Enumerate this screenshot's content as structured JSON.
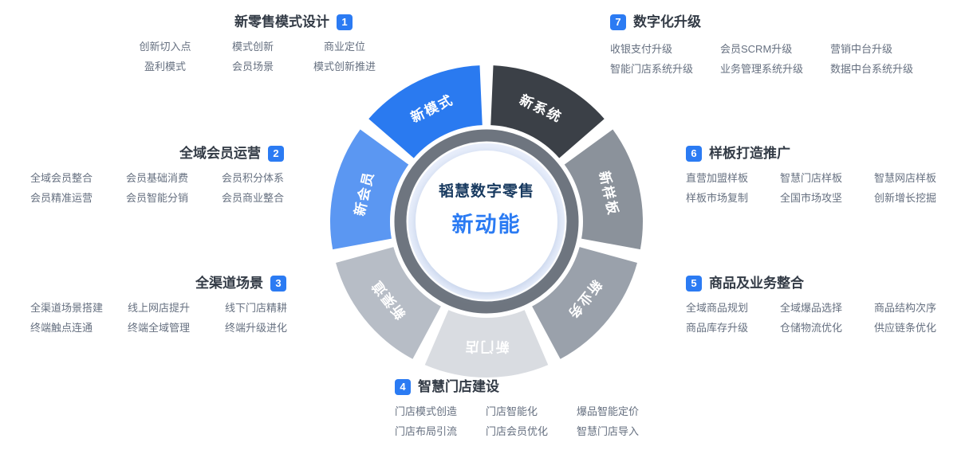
{
  "accent_color": "#2b7bf3",
  "center": {
    "brand": "韬慧数字零售",
    "headline": "新动能"
  },
  "wheel": {
    "ring_color": "#6e757f",
    "halo_color": "#e8eefb",
    "segments": [
      {
        "name": "new-model",
        "label": "新模式",
        "color": "#2a7af0",
        "angle": -25.7
      },
      {
        "name": "new-system",
        "label": "新系统",
        "color": "#3b4047",
        "angle": 25.7
      },
      {
        "name": "new-template",
        "label": "新样板",
        "color": "#8b929b",
        "angle": 77.1
      },
      {
        "name": "new-business",
        "label": "新业务",
        "color": "#9aa1ab",
        "angle": 128.6
      },
      {
        "name": "new-store",
        "label": "新门店",
        "color": "#d9dce1",
        "angle": 180
      },
      {
        "name": "new-channel",
        "label": "新渠道",
        "color": "#b7bdc6",
        "angle": 231.4
      },
      {
        "name": "new-member",
        "label": "新会员",
        "color": "#5b97f2",
        "angle": 282.9
      }
    ]
  },
  "sections": [
    {
      "number": "1",
      "title": "新零售模式设计",
      "badge_side": "right",
      "items": [
        "创新切入点",
        "模式创新",
        "商业定位",
        "盈利模式",
        "会员场景",
        "模式创新推进"
      ]
    },
    {
      "number": "2",
      "title": "全域会员运营",
      "badge_side": "right",
      "items": [
        "全域会员整合",
        "会员基础消费",
        "会员积分体系",
        "会员精准运营",
        "会员智能分销",
        "会员商业整合"
      ]
    },
    {
      "number": "3",
      "title": "全渠道场景",
      "badge_side": "right",
      "items": [
        "全渠道场景搭建",
        "线上网店提升",
        "线下门店精耕",
        "终端触点连通",
        "终端全域管理",
        "终端升级进化"
      ]
    },
    {
      "number": "4",
      "title": "智慧门店建设",
      "badge_side": "left",
      "items": [
        "门店模式创造",
        "门店智能化",
        "爆品智能定价",
        "门店布局引流",
        "门店会员优化",
        "智慧门店导入"
      ]
    },
    {
      "number": "5",
      "title": "商品及业务整合",
      "badge_side": "left",
      "items": [
        "全域商品规划",
        "全域爆品选择",
        "商品结构次序",
        "商品库存升级",
        "仓储物流优化",
        "供应链条优化"
      ]
    },
    {
      "number": "6",
      "title": "样板打造推广",
      "badge_side": "left",
      "items": [
        "直营加盟样板",
        "智慧门店样板",
        "智慧网店样板",
        "样板市场复制",
        "全国市场攻坚",
        "创新增长挖掘"
      ]
    },
    {
      "number": "7",
      "title": "数字化升级",
      "badge_side": "left",
      "items": [
        "收银支付升级",
        "会员SCRM升级",
        "营销中台升级",
        "智能门店系统升级",
        "业务管理系统升级",
        "数据中台系统升级"
      ]
    }
  ]
}
